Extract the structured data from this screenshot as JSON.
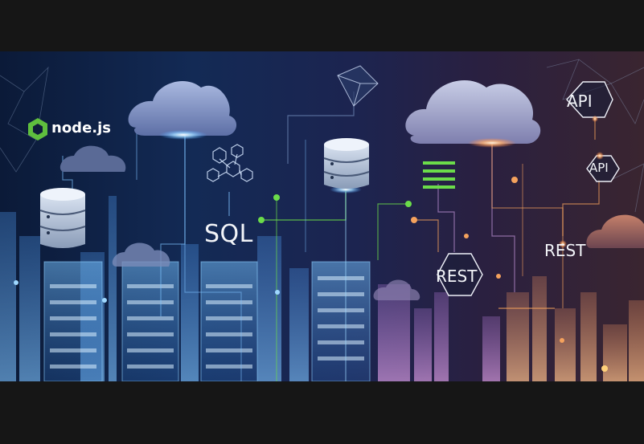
{
  "labels": {
    "nodejs": "node.js",
    "sql": "SQL",
    "rest_center": "REST",
    "rest_right": "REST",
    "api_top": "API",
    "api_middle": "API"
  },
  "colors": {
    "background_left": "#0b1a38",
    "background_right": "#3a2530",
    "glow_blue": "#8fd3ff",
    "accent_green": "#6bdc4a",
    "accent_orange": "#f5a25d",
    "letterbox": "#161616"
  },
  "icons": [
    "nodejs-logo-icon",
    "cloud-icon",
    "database-icon",
    "server-rack-icon",
    "network-graph-icon",
    "list-icon",
    "hexagon-icon"
  ]
}
